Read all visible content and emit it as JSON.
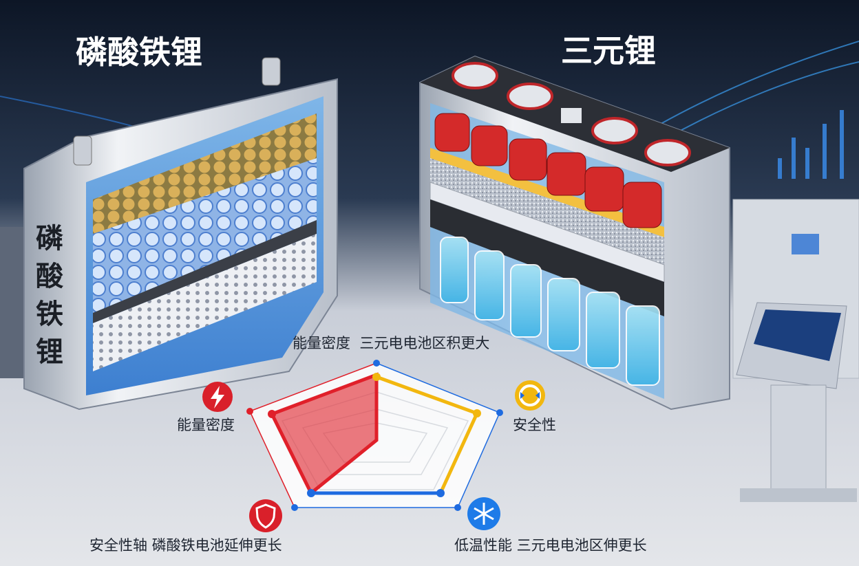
{
  "titles": {
    "left": "磷酸铁锂",
    "right": "三元锂",
    "left_vertical": [
      "磷",
      "酸",
      "铁",
      "锂"
    ]
  },
  "radar": {
    "top_label": "能量密度  三元电电池区积更大",
    "left_label": "能量密度",
    "right_label": "安全性",
    "bottom_left_label": "安全性轴 磷酸铁电池延伸更长",
    "bottom_right_label": "低温性能 三元电电池区伸更长",
    "icons": [
      "lightning-icon",
      "cycle-icon",
      "shield-icon",
      "snowflake-icon"
    ],
    "colors": {
      "lfp": "#e0202a",
      "ncm": "#f2b70f",
      "axis": "#1e6be0"
    }
  }
}
